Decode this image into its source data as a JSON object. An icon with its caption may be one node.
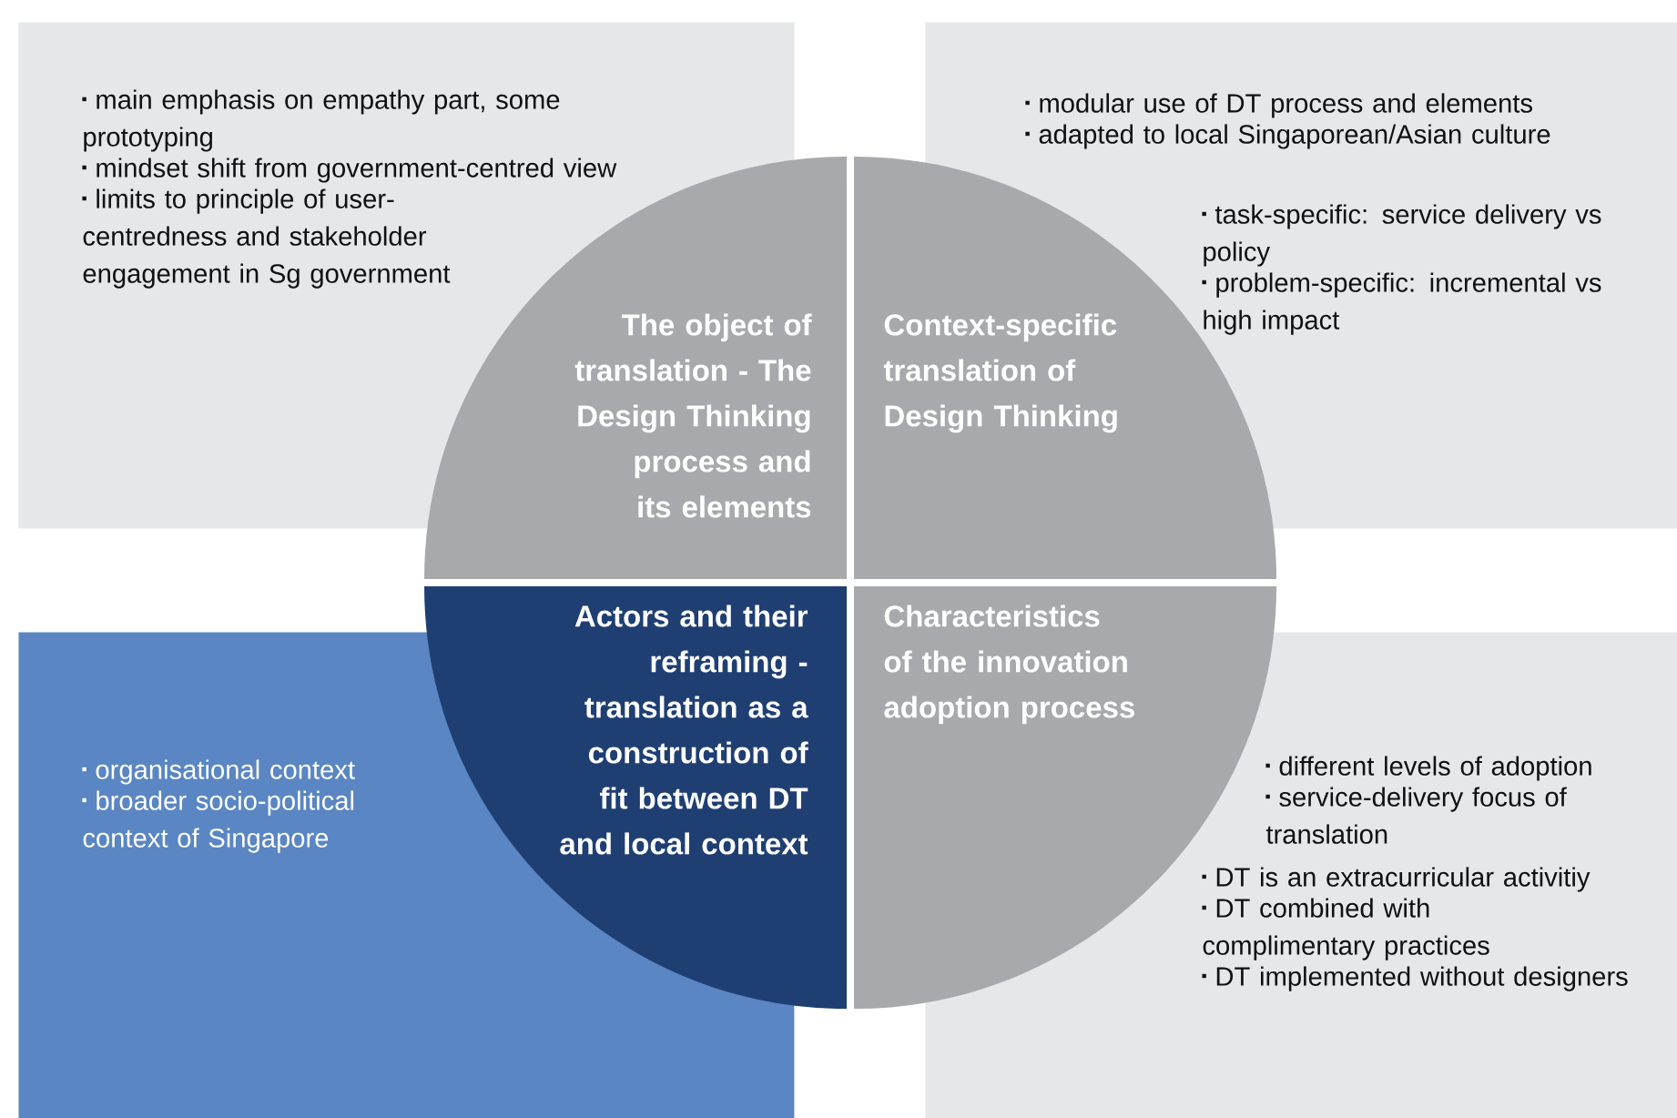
{
  "diagram": {
    "nodes": [
      {
        "text": [
          "main emphasis on empathy part, some prototyping",
          "mindset shift from government-centred view",
          "limits to principle of user-centredness and stakeholder engagement in Sg government"
        ]
      },
      {
        "text": [
          "modular use of DT process and elements",
          "adapted to local Singaporean/Asian culture",
          "task-specific: service delivery vs policy",
          "problem-specific: incremental vs high impact"
        ]
      },
      {
        "text": [
          "The object of translation - The Design Thinking process and its elements"
        ]
      },
      {
        "text": [
          "Context-specific translation of Design Thinking"
        ]
      },
      {
        "text": [
          "Actors and their reframing - translation as a construction of fit between DT and local context"
        ]
      },
      {
        "text": [
          "Characteristics of the innovation adoption process"
        ]
      },
      {
        "text": [
          "organisational context",
          "broader socio-political context of Singapore"
        ]
      },
      {
        "text": [
          "different levels of adoption",
          "service-delivery focus of translation",
          "DT is an extracurricular activitiy",
          "DT combined with complimentary practices",
          "DT implemented without designers"
        ]
      }
    ]
  }
}
